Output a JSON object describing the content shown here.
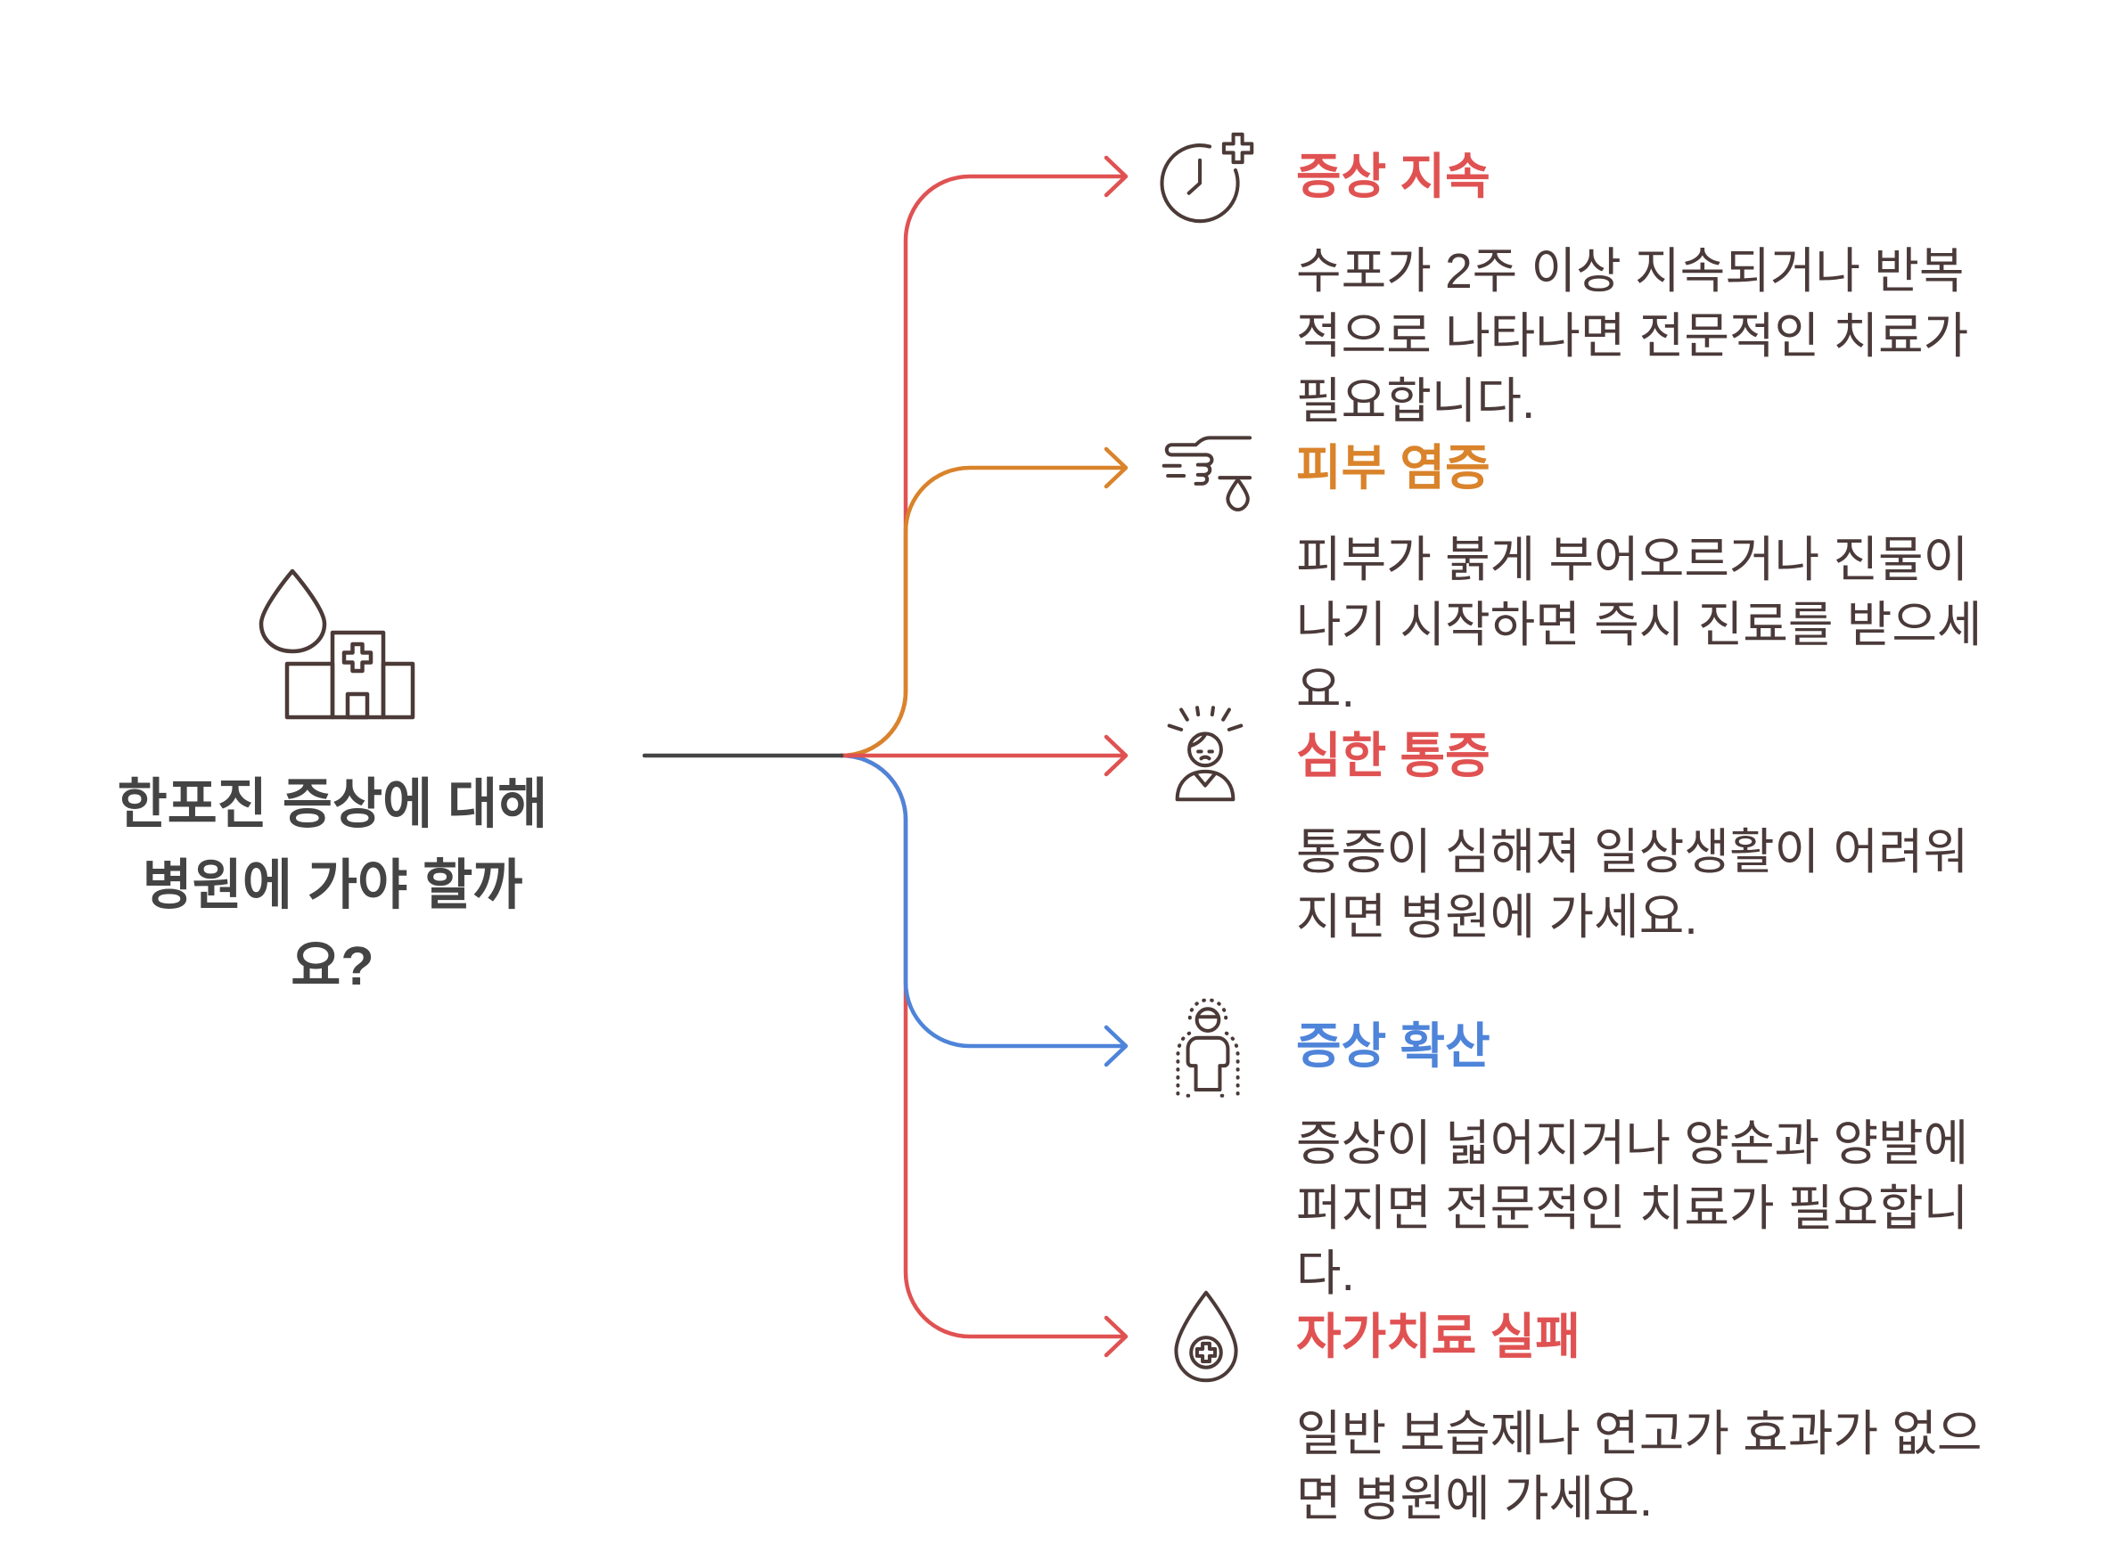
{
  "title": {
    "lines": [
      "한포진 증상에 대해",
      "병원에 가야 할까",
      "요?"
    ],
    "icon": "hospital-drop-icon"
  },
  "colors": {
    "title_text": "#444444",
    "description_text": "#4b3a3a",
    "icon_stroke": "#4b3a37",
    "main_line": "#444444",
    "red": "#e05252",
    "orange": "#d9832b",
    "blue": "#4e84d9"
  },
  "items": [
    {
      "heading": "증상 지속",
      "color": "#e05252",
      "icon": "clock-plus-icon",
      "description": [
        "수포가 2주 이상 지속되거나 반복",
        "적으로 나타나면 전문적인 치료가",
        "필요합니다."
      ]
    },
    {
      "heading": "피부 염증",
      "color": "#d9832b",
      "icon": "pointing-hand-drop-icon",
      "description": [
        "피부가 붉게 부어오르거나 진물이",
        "나기 시작하면 즉시 진료를 받으세",
        "요."
      ]
    },
    {
      "heading": "심한 통증",
      "color": "#e05252",
      "icon": "person-pain-icon",
      "description": [
        "통증이 심해져 일상생활이 어려워",
        "지면 병원에 가세요."
      ]
    },
    {
      "heading": "증상 확산",
      "color": "#4e84d9",
      "icon": "person-spread-icon",
      "description": [
        "증상이 넓어지거나 양손과 양발에",
        "퍼지면 전문적인 치료가 필요합니",
        "다."
      ]
    },
    {
      "heading": "자가치료 실패",
      "color": "#e05252",
      "icon": "drop-cross-icon",
      "description": [
        "일반 보습제나 연고가 효과가 없으",
        "면 병원에 가세요."
      ]
    }
  ]
}
